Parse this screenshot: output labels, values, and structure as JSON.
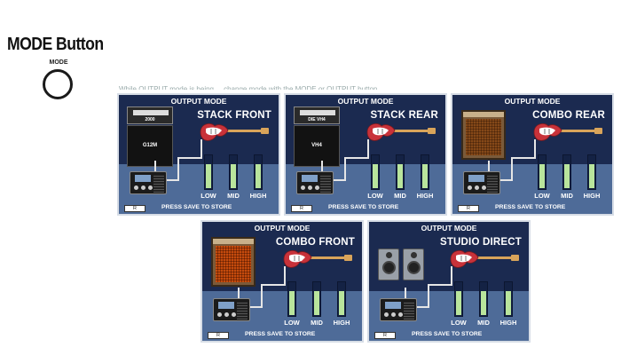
{
  "title": "MODE Button",
  "button_caption": "MODE",
  "faint_text": "While OUTPUT mode is being ... change mode with the MODE or OUTPUT button ...",
  "panels": [
    {
      "header": "OUTPUT MODE",
      "mode": "STACK FRONT",
      "amp_head": "2000",
      "amp_cab": "G12M",
      "amp_type": "stack",
      "eq": [
        {
          "label": "LOW",
          "level": 0.7
        },
        {
          "label": "MID",
          "level": 0.7
        },
        {
          "label": "HIGH",
          "level": 0.7
        }
      ],
      "footer_button": "R",
      "footer": "PRESS SAVE TO STORE"
    },
    {
      "header": "OUTPUT MODE",
      "mode": "STACK REAR",
      "amp_head": "DIE VH4",
      "amp_cab": "VH4",
      "amp_type": "stack",
      "eq": [
        {
          "label": "LOW",
          "level": 0.7
        },
        {
          "label": "MID",
          "level": 0.7
        },
        {
          "label": "HIGH",
          "level": 0.7
        }
      ],
      "footer_button": "R",
      "footer": "PRESS SAVE TO STORE"
    },
    {
      "header": "OUTPUT MODE",
      "mode": "COMBO REAR",
      "amp_type": "combo",
      "eq": [
        {
          "label": "LOW",
          "level": 0.7
        },
        {
          "label": "MID",
          "level": 0.7
        },
        {
          "label": "HIGH",
          "level": 0.7
        }
      ],
      "footer_button": "R",
      "footer": "PRESS SAVE TO STORE"
    },
    {
      "header": "OUTPUT MODE",
      "mode": "COMBO FRONT",
      "amp_type": "combo-orange",
      "eq": [
        {
          "label": "LOW",
          "level": 0.7
        },
        {
          "label": "MID",
          "level": 0.7
        },
        {
          "label": "HIGH",
          "level": 0.7
        }
      ],
      "footer_button": "R",
      "footer": "PRESS SAVE TO STORE"
    },
    {
      "header": "OUTPUT MODE",
      "mode": "STUDIO DIRECT",
      "amp_type": "monitors",
      "eq": [
        {
          "label": "LOW",
          "level": 0.7
        },
        {
          "label": "MID",
          "level": 0.7
        },
        {
          "label": "HIGH",
          "level": 0.7
        }
      ],
      "footer_button": "R",
      "footer": "PRESS SAVE TO STORE"
    }
  ],
  "colors": {
    "panel_dark": "#1b2a50",
    "panel_floor": "#4e6b98",
    "eq_fill": "#b9e59c",
    "guitar_body": "#c8323a"
  }
}
